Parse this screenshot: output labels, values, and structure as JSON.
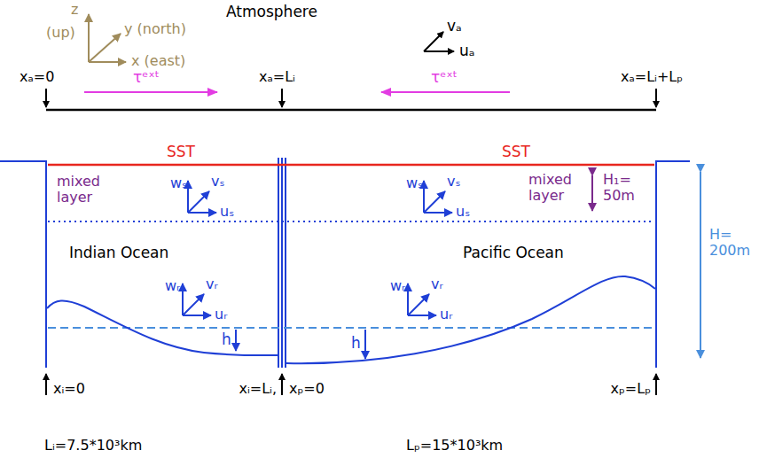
{
  "diagram": {
    "labels": [
      "Atmosphere",
      "z",
      "(up)",
      "y (north)",
      "x (east)",
      "vₐ",
      "uₐ",
      "xₐ=0",
      "xₐ=Lᵢ",
      "xₐ=Lᵢ+Lₚ",
      "τᵉˣᵗ",
      "τᵉˣᵗ",
      "SST",
      "SST",
      "mixed layer",
      "mixed layer",
      "H₁= 50m",
      "H= 200m",
      "wₛ",
      "vₛ",
      "uₛ",
      "wₛ",
      "vₛ",
      "uₛ",
      "Indian Ocean",
      "Pacific Ocean",
      "wᵣ",
      "vᵣ",
      "uᵣ",
      "wᵣ",
      "vᵣ",
      "uᵣ",
      "h",
      "h",
      "xᵢ=0",
      "xᵢ=Lᵢ,",
      "xₚ=0",
      "xₚ=Lₚ",
      "Lᵢ=7.5*10³km",
      "Lₚ=15*10³km"
    ]
  }
}
